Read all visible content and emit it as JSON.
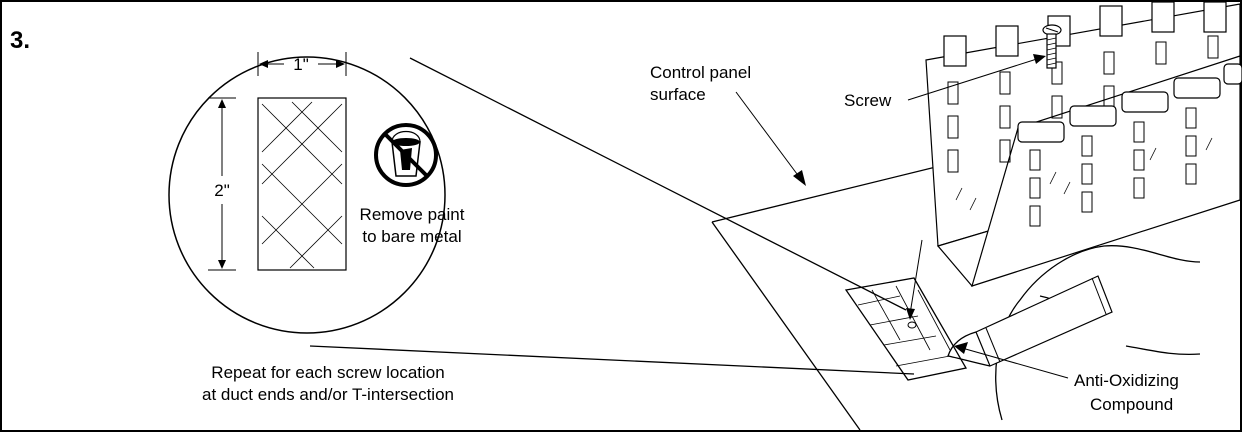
{
  "figure": {
    "step_number": "3.",
    "dimensions": {
      "width": "1\"",
      "height": "2\""
    },
    "inset_note": {
      "line1": "Remove paint",
      "line2": "to bare metal"
    },
    "repeat_note": {
      "line1": "Repeat for each screw location",
      "line2": "at duct ends and/or T-intersection"
    },
    "callouts": {
      "panel_line1": "Control panel",
      "panel_line2": "surface",
      "screw": "Screw",
      "compound_line1": "Anti-Oxidizing",
      "compound_line2": "Compound"
    },
    "icons": [
      "no-paint-icon",
      "screw-icon",
      "duct-icon",
      "hand-icon",
      "tube-icon"
    ]
  }
}
